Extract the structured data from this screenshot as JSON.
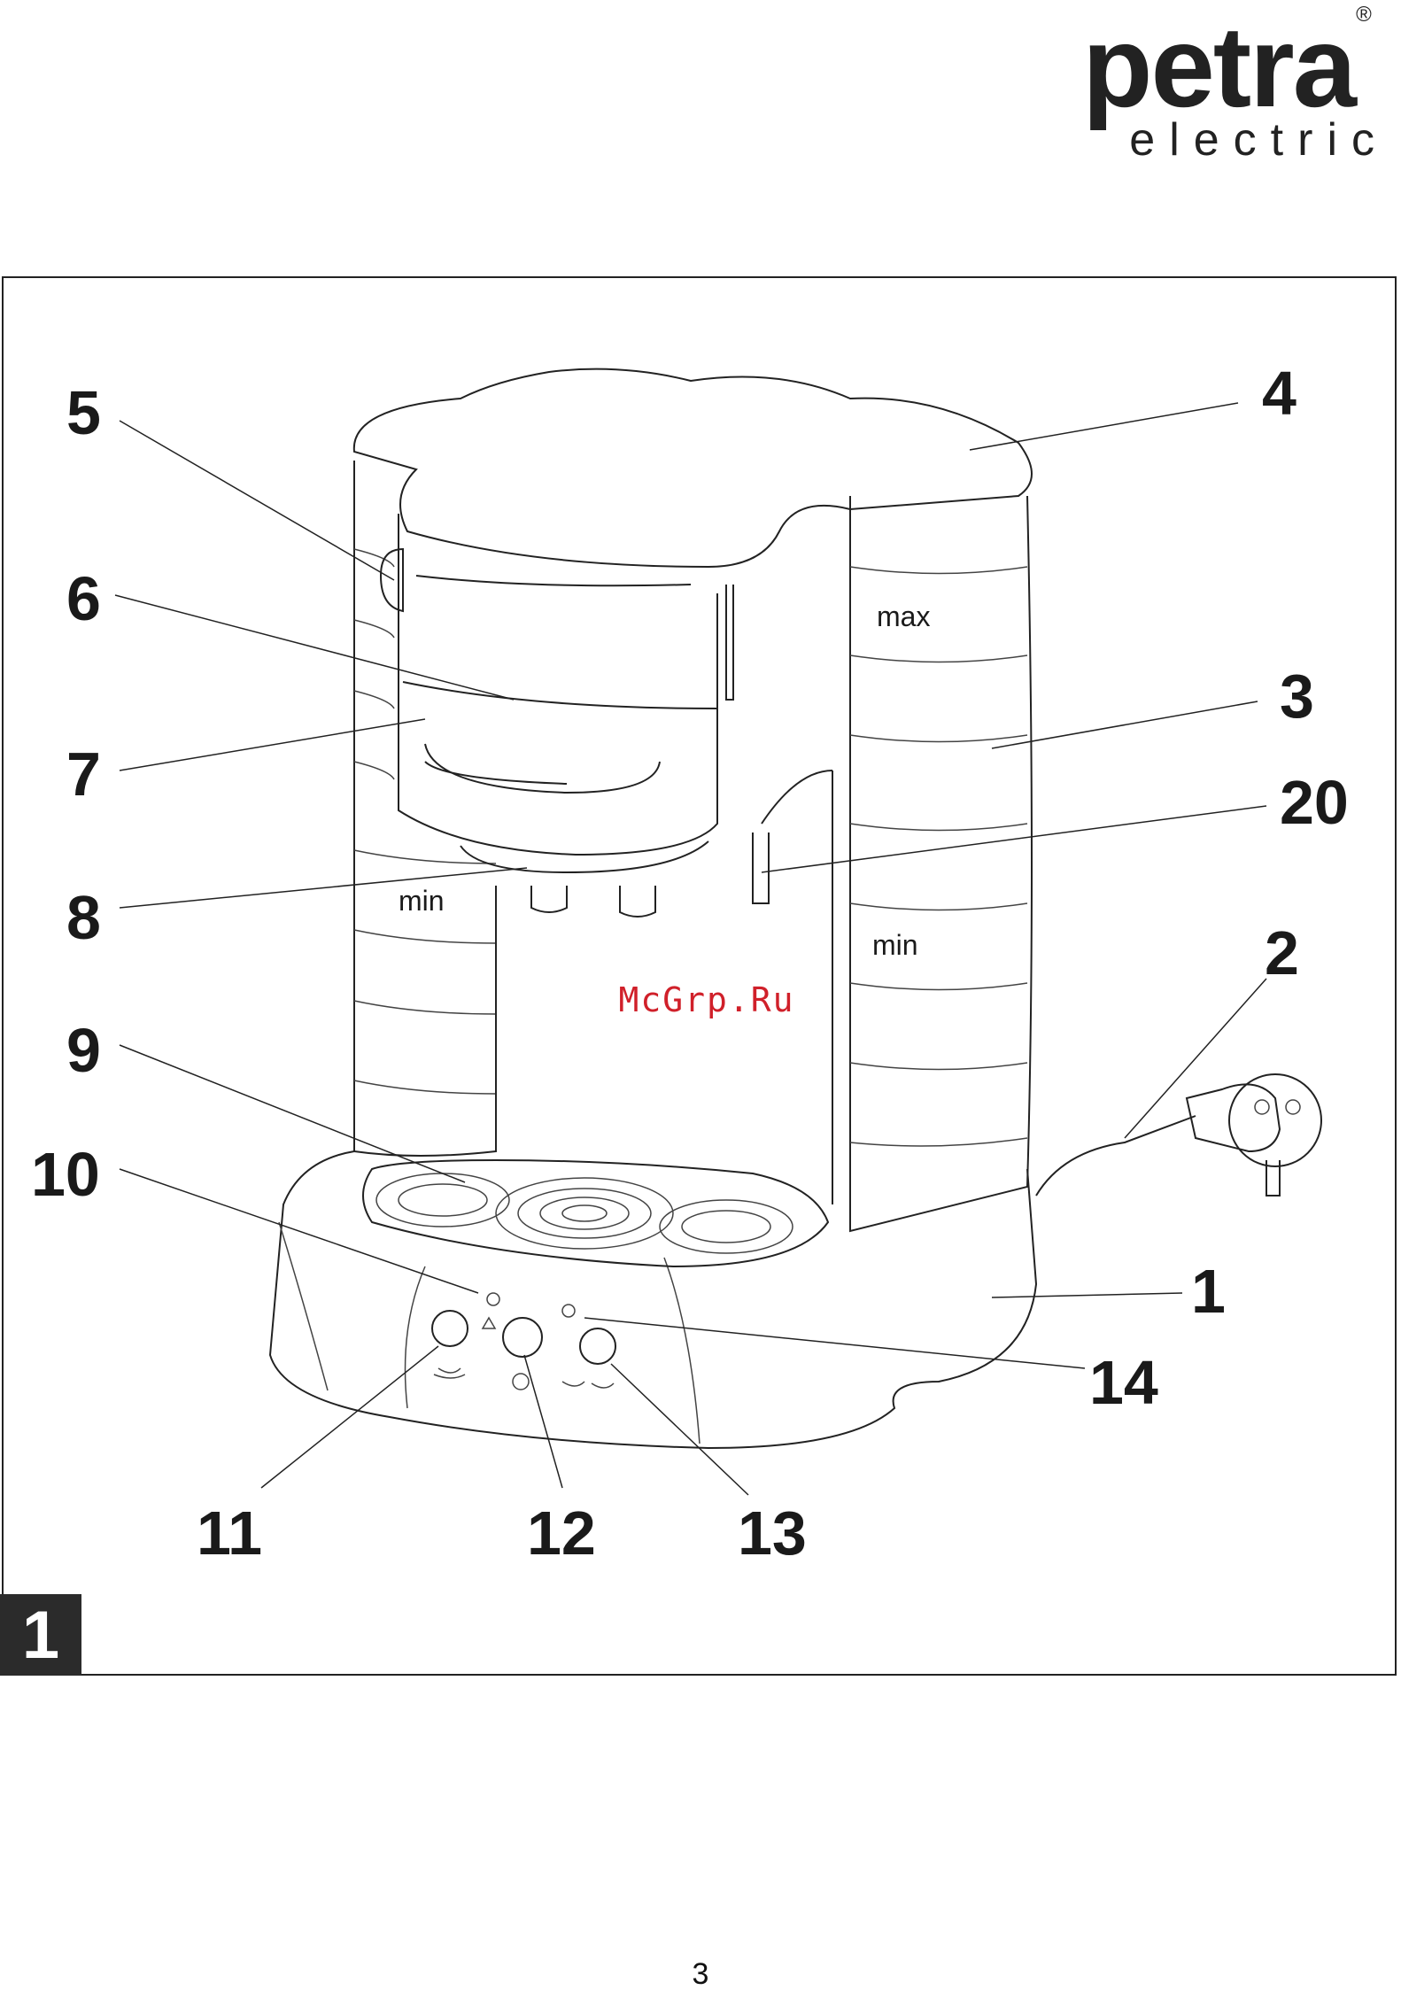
{
  "brand": {
    "name": "petra",
    "sub": "electric",
    "registered": "®"
  },
  "figure_number": "1",
  "page_number": "3",
  "watermark": "McGrp.Ru",
  "markings": {
    "max": "max",
    "min_left": "min",
    "min_right": "min"
  },
  "callouts": {
    "c1": "1",
    "c2": "2",
    "c3": "3",
    "c4": "4",
    "c5": "5",
    "c6": "6",
    "c7": "7",
    "c8": "8",
    "c9": "9",
    "c10": "10",
    "c11": "11",
    "c12": "12",
    "c13": "13",
    "c14": "14",
    "c20": "20"
  }
}
